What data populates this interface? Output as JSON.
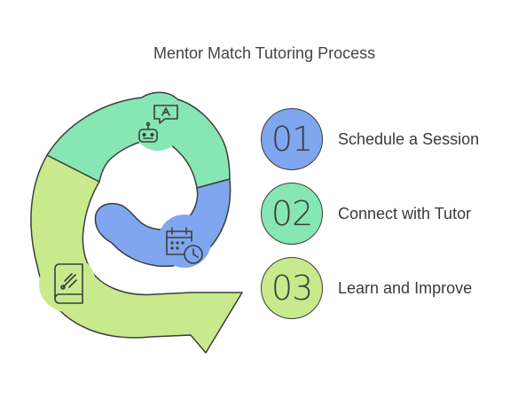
{
  "title": "Mentor Match Tutoring Process",
  "colors": {
    "blue": "#7fa6ef",
    "green": "#86e6b4",
    "lime": "#c8ea8c",
    "stroke": "#3d3d3d"
  },
  "steps": [
    {
      "number": "01",
      "label": "Schedule a Session",
      "color": "#7fa6ef",
      "icon": "calendar-clock-icon"
    },
    {
      "number": "02",
      "label": "Connect with Tutor",
      "color": "#86e6b4",
      "icon": "robot-chat-icon"
    },
    {
      "number": "03",
      "label": "Learn and Improve",
      "color": "#c8ea8c",
      "icon": "book-icon"
    }
  ]
}
